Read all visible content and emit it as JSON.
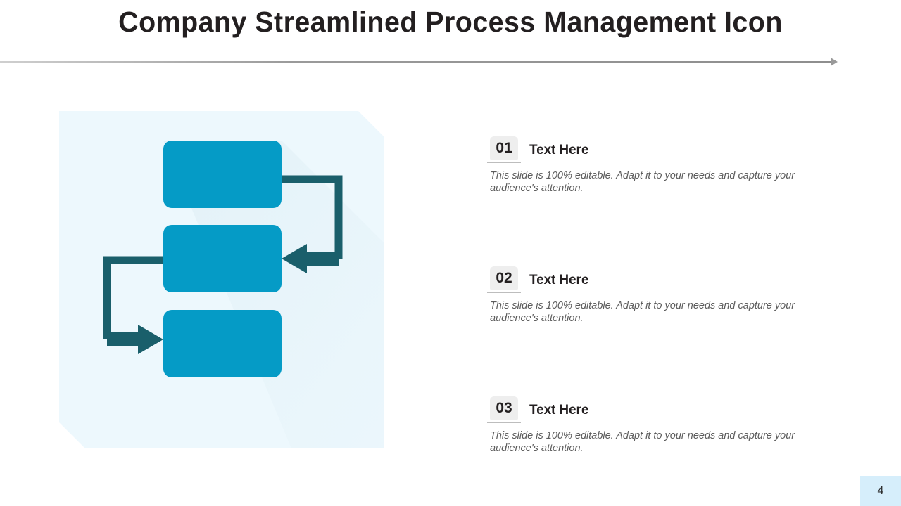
{
  "slide": {
    "title": "Company Streamlined Process Management Icon",
    "page_number": "4"
  },
  "theme": {
    "title_color": "#231f20",
    "divider_color": "#9a9a9a",
    "icon_panel_bg": "#edf8fd",
    "icon_box_blue": "#059bc6",
    "icon_connector_teal": "#1a5f6b",
    "badge_bg": "#eeeeee",
    "body_text_color": "#5c5c5c",
    "page_badge_bg": "#d6eefb"
  },
  "icon": {
    "name": "process-flow-icon",
    "description": "Three stacked rounded rectangles connected by looping arrows",
    "boxes": [
      "process-box-1",
      "process-box-2",
      "process-box-3"
    ],
    "connectors": [
      "arrow-box1-to-box2",
      "arrow-box2-to-box3"
    ]
  },
  "items": [
    {
      "number": "01",
      "title": "Text Here",
      "body": "This slide is 100% editable. Adapt it to your needs and capture your audience's attention."
    },
    {
      "number": "02",
      "title": "Text Here",
      "body": "This slide is 100% editable. Adapt it to your needs and capture your audience's attention."
    },
    {
      "number": "03",
      "title": "Text Here",
      "body": "This slide is 100% editable. Adapt it to your needs and capture your audience's attention."
    }
  ]
}
